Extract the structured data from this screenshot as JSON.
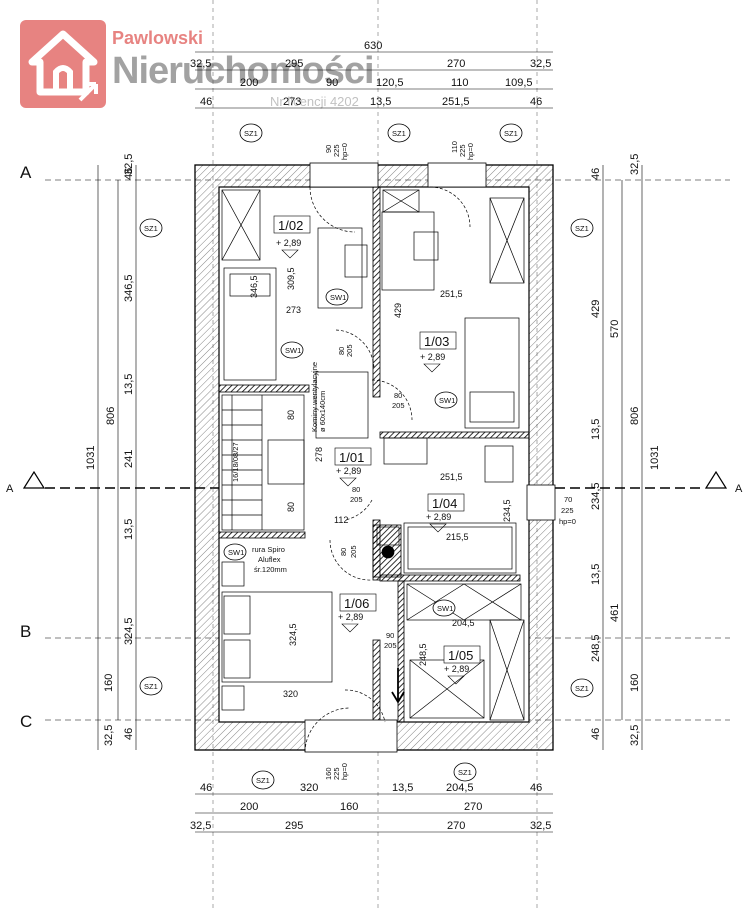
{
  "logo": {
    "brand": "Pawlowski",
    "title": "Nieruchomości",
    "license": "Nr licencji 4202"
  },
  "axes": {
    "A_top": "A",
    "A_mid": "A",
    "A_mid_right": "A",
    "B": "B",
    "C": "C"
  },
  "top_dims": {
    "row1": [
      "630"
    ],
    "row2": [
      "32,5",
      "295",
      "270",
      "32,5"
    ],
    "row3": [
      "200",
      "90",
      "120,5",
      "110",
      "109,5"
    ],
    "row4": [
      "46",
      "273",
      "13,5",
      "251,5",
      "46"
    ]
  },
  "bottom_dims": {
    "row1": [
      "46",
      "320",
      "13,5",
      "204,5",
      "46"
    ],
    "row2": [
      "200",
      "160",
      "270"
    ],
    "row3": [
      "32,5",
      "295",
      "270",
      "32,5"
    ]
  },
  "left_dims": {
    "outer": "1031",
    "mid": "806",
    "inner": [
      "32,5",
      "346,5",
      "13,5",
      "241",
      "13,5",
      "324,5",
      "160",
      "32,5"
    ],
    "wall": [
      "46",
      "46"
    ]
  },
  "right_dims": {
    "outer": "1031",
    "mid": "806",
    "inner": [
      "32,5",
      "429",
      "570",
      "13,5",
      "234,5",
      "13,5",
      "461",
      "248,5",
      "160",
      "32,5"
    ],
    "wall": [
      "46",
      "46"
    ]
  },
  "rooms": [
    {
      "id": "1/02",
      "level": "+ 2,89",
      "w": "273",
      "h": "309,5",
      "h2": "346,5"
    },
    {
      "id": "1/03",
      "level": "+ 2,89",
      "w": "251,5",
      "h": "429"
    },
    {
      "id": "1/01",
      "level": "+ 2,89",
      "w": "112",
      "h": "278"
    },
    {
      "id": "1/04",
      "level": "+ 2,89",
      "w": "251,5",
      "h": "234,5",
      "bath": "215,5"
    },
    {
      "id": "1/06",
      "level": "+ 2,89",
      "w": "320",
      "h": "324,5"
    },
    {
      "id": "1/05",
      "level": "+ 2,89",
      "w": "204,5",
      "h": "248,5"
    }
  ],
  "symbols": {
    "sz1": "SZ1",
    "sw1": "SW1"
  },
  "windows": {
    "w1": [
      "90",
      "225",
      "hp=0"
    ],
    "w2": [
      "110",
      "225",
      "hp=0"
    ],
    "w3": [
      "70",
      "225",
      "hp=0"
    ],
    "w4": [
      "160",
      "225",
      "hp=0"
    ]
  },
  "doors": {
    "d1": [
      "80",
      "205"
    ],
    "d2": [
      "80",
      "205"
    ],
    "d3": [
      "80",
      "205"
    ],
    "d4": [
      "80",
      "205"
    ],
    "d5": [
      "90",
      "205"
    ]
  },
  "notes": {
    "stairs": "16/18/08/27",
    "stair_dim": "80",
    "vent": [
      "Kominy wentylacyjne",
      "ø 60x140cm"
    ],
    "pipe": [
      "rura Spiro",
      "Aluflex",
      "śr.120mm"
    ]
  }
}
